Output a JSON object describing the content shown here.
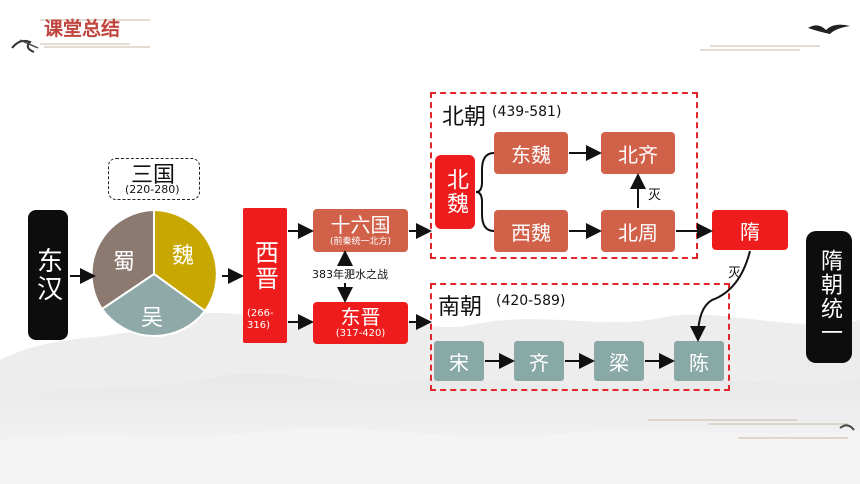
{
  "header": {
    "title": "课堂总结"
  },
  "left": {
    "dong_han": "东汉"
  },
  "sanguo": {
    "title": "三国",
    "years": "(220-280)",
    "wei": "魏",
    "shu": "蜀",
    "wu": "吴"
  },
  "xijin": {
    "name": "西晋",
    "years": "(266-316)"
  },
  "shiliuguo": {
    "name": "十六国",
    "note": "(前秦统一北方)"
  },
  "battle": {
    "label": "383年淝水之战"
  },
  "dongjin": {
    "name": "东晋",
    "years": "(317-420)"
  },
  "north": {
    "title": "北朝",
    "years": "(439-581)",
    "beiwei": "北魏",
    "dongwei": "东魏",
    "xiwei": "西魏",
    "beiqi": "北齐",
    "beizhou": "北周",
    "mie": "灭"
  },
  "south": {
    "title": "南朝",
    "years": "(420-589)",
    "song": "宋",
    "qi": "齐",
    "liang": "梁",
    "chen": "陈"
  },
  "sui": {
    "name": "隋",
    "mie": "灭"
  },
  "unify": {
    "label": "隋朝统一"
  },
  "colors": {
    "red": "#ee1c1c",
    "rust": "#d2614a",
    "teal": "#89a9a7",
    "wei": "#c8a800",
    "shu": "#8c7a70",
    "wu": "#8fa9a9"
  }
}
